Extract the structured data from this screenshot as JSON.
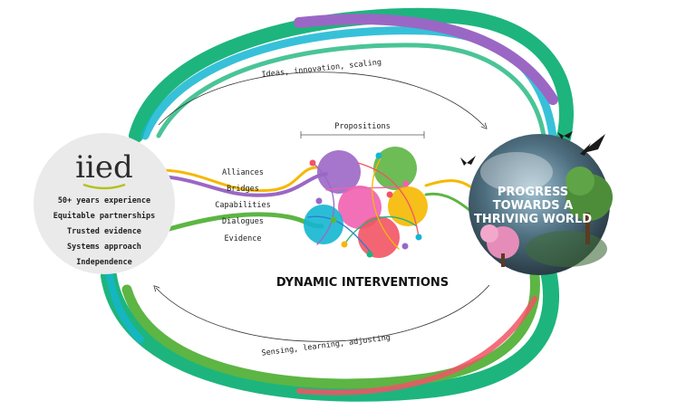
{
  "logo": {
    "text": "iied",
    "accent_color": "#b5c020"
  },
  "left_list": [
    "50+ years experience",
    "Equitable partnerships",
    "Trusted evidence",
    "Systems approach",
    "Independence"
  ],
  "streams": [
    "Alliances",
    "Bridges",
    "Capabilities",
    "Dialogues",
    "Evidence"
  ],
  "top_arc_label": "Ideas, innovation, scaling",
  "bottom_arc_label": "Sensing, learning, adjusting",
  "propositions_label": "Propositions",
  "center_title": "DYNAMIC INTERVENTIONS",
  "globe_lines": [
    "PROGRESS",
    "TOWARDS A",
    "THRIVING WORLD"
  ],
  "colors": {
    "green": "#1db57d",
    "lime": "#5db544",
    "purple": "#9b67c5",
    "cyan": "#14b6d2",
    "pink": "#f060b0",
    "yellow": "#f5b800",
    "red": "#f25464"
  }
}
